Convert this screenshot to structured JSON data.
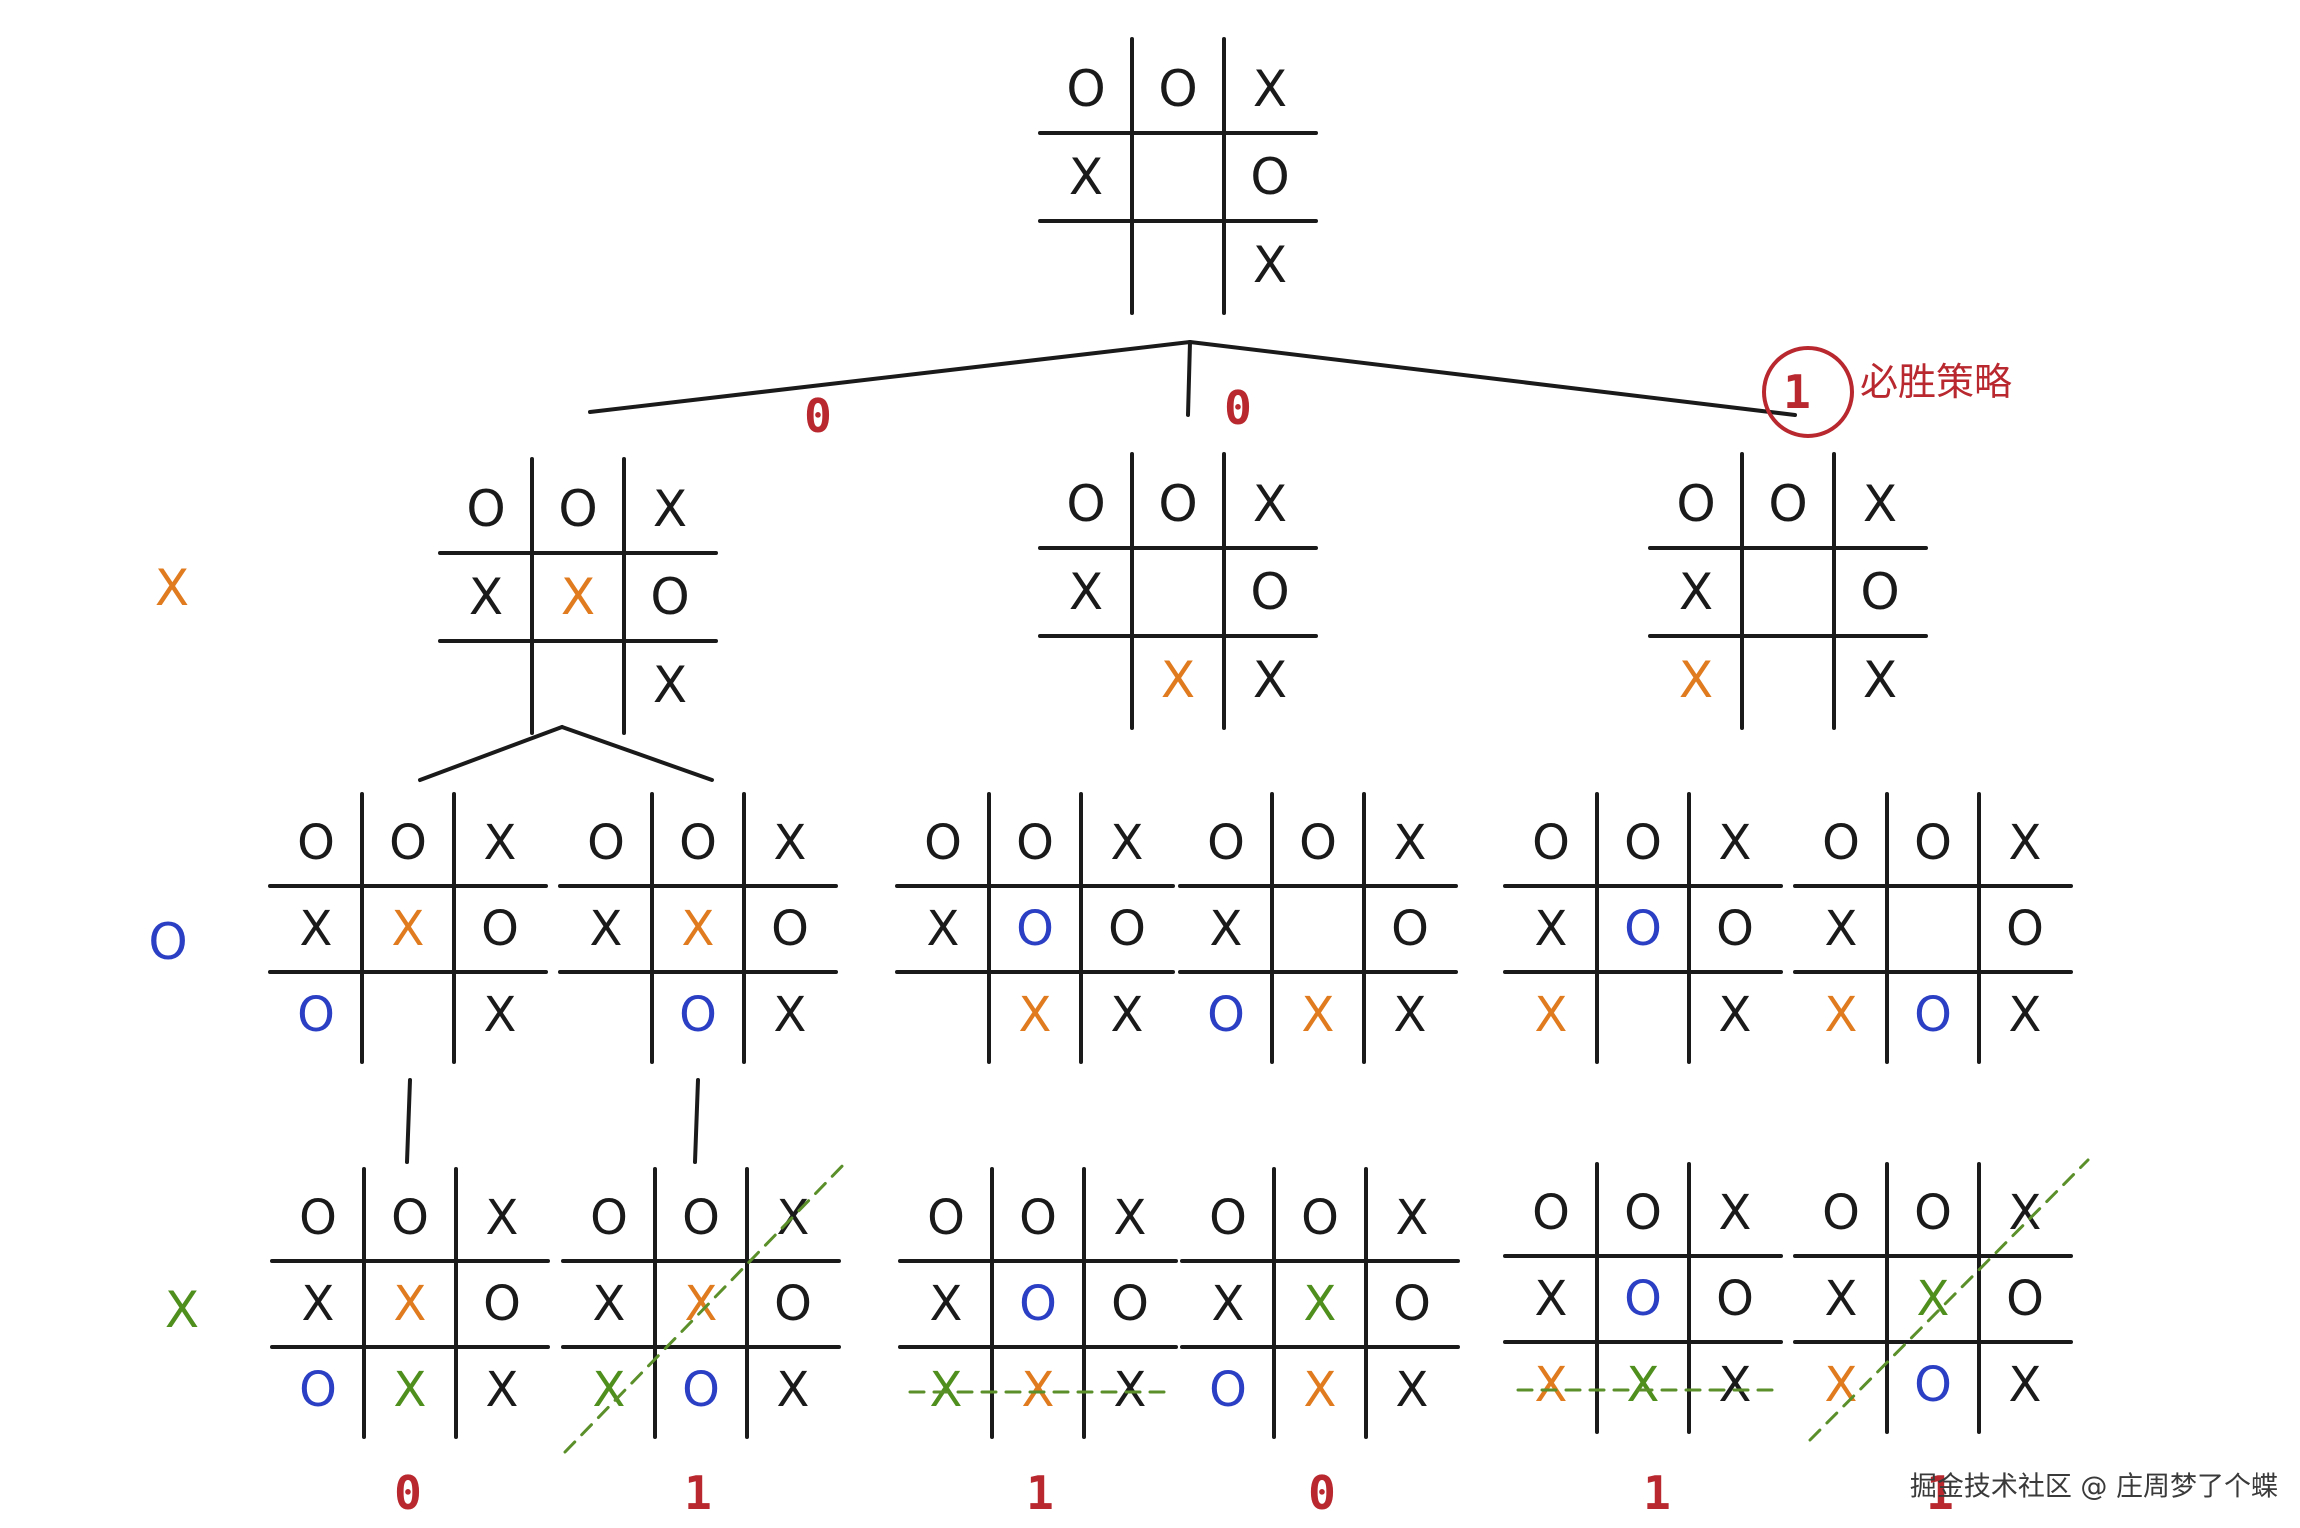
{
  "colors": {
    "ink": "#1a1a1a",
    "orange": "#e07b1f",
    "blue": "#2a3fc4",
    "green": "#4f8f1e",
    "red": "#b8282e",
    "strike": "#5a8f2a"
  },
  "annotations": {
    "winning_strategy_label": "必胜策略",
    "winning_strategy_score": "1",
    "watermark": "掘金技术社区 @ 庄周梦了个蝶"
  },
  "turn_markers": [
    {
      "symbol": "X",
      "color": "orange"
    },
    {
      "symbol": "O",
      "color": "blue"
    },
    {
      "symbol": "X",
      "color": "green"
    }
  ],
  "edge_scores": [
    "0",
    "0"
  ],
  "leaf_scores": [
    "0",
    "1",
    "1",
    "0",
    "1",
    "1"
  ],
  "root_board": [
    [
      {
        "t": "O",
        "c": "ink"
      },
      {
        "t": "O",
        "c": "ink"
      },
      {
        "t": "X",
        "c": "ink"
      }
    ],
    [
      {
        "t": "X",
        "c": "ink"
      },
      {
        "t": "",
        "c": "ink"
      },
      {
        "t": "O",
        "c": "ink"
      }
    ],
    [
      {
        "t": "",
        "c": "ink"
      },
      {
        "t": "",
        "c": "ink"
      },
      {
        "t": "X",
        "c": "ink"
      }
    ]
  ],
  "level1_boards": [
    [
      [
        {
          "t": "O",
          "c": "ink"
        },
        {
          "t": "O",
          "c": "ink"
        },
        {
          "t": "X",
          "c": "ink"
        }
      ],
      [
        {
          "t": "X",
          "c": "ink"
        },
        {
          "t": "X",
          "c": "orange"
        },
        {
          "t": "O",
          "c": "ink"
        }
      ],
      [
        {
          "t": "",
          "c": "ink"
        },
        {
          "t": "",
          "c": "ink"
        },
        {
          "t": "X",
          "c": "ink"
        }
      ]
    ],
    [
      [
        {
          "t": "O",
          "c": "ink"
        },
        {
          "t": "O",
          "c": "ink"
        },
        {
          "t": "X",
          "c": "ink"
        }
      ],
      [
        {
          "t": "X",
          "c": "ink"
        },
        {
          "t": "",
          "c": "ink"
        },
        {
          "t": "O",
          "c": "ink"
        }
      ],
      [
        {
          "t": "",
          "c": "ink"
        },
        {
          "t": "X",
          "c": "orange"
        },
        {
          "t": "X",
          "c": "ink"
        }
      ]
    ],
    [
      [
        {
          "t": "O",
          "c": "ink"
        },
        {
          "t": "O",
          "c": "ink"
        },
        {
          "t": "X",
          "c": "ink"
        }
      ],
      [
        {
          "t": "X",
          "c": "ink"
        },
        {
          "t": "",
          "c": "ink"
        },
        {
          "t": "O",
          "c": "ink"
        }
      ],
      [
        {
          "t": "X",
          "c": "orange"
        },
        {
          "t": "",
          "c": "ink"
        },
        {
          "t": "X",
          "c": "ink"
        }
      ]
    ]
  ],
  "level2_boards": [
    [
      [
        {
          "t": "O",
          "c": "ink"
        },
        {
          "t": "O",
          "c": "ink"
        },
        {
          "t": "X",
          "c": "ink"
        }
      ],
      [
        {
          "t": "X",
          "c": "ink"
        },
        {
          "t": "X",
          "c": "orange"
        },
        {
          "t": "O",
          "c": "ink"
        }
      ],
      [
        {
          "t": "O",
          "c": "blue"
        },
        {
          "t": "",
          "c": "ink"
        },
        {
          "t": "X",
          "c": "ink"
        }
      ]
    ],
    [
      [
        {
          "t": "O",
          "c": "ink"
        },
        {
          "t": "O",
          "c": "ink"
        },
        {
          "t": "X",
          "c": "ink"
        }
      ],
      [
        {
          "t": "X",
          "c": "ink"
        },
        {
          "t": "X",
          "c": "orange"
        },
        {
          "t": "O",
          "c": "ink"
        }
      ],
      [
        {
          "t": "",
          "c": "ink"
        },
        {
          "t": "O",
          "c": "blue"
        },
        {
          "t": "X",
          "c": "ink"
        }
      ]
    ],
    [
      [
        {
          "t": "O",
          "c": "ink"
        },
        {
          "t": "O",
          "c": "ink"
        },
        {
          "t": "X",
          "c": "ink"
        }
      ],
      [
        {
          "t": "X",
          "c": "ink"
        },
        {
          "t": "O",
          "c": "blue"
        },
        {
          "t": "O",
          "c": "ink"
        }
      ],
      [
        {
          "t": "",
          "c": "ink"
        },
        {
          "t": "X",
          "c": "orange"
        },
        {
          "t": "X",
          "c": "ink"
        }
      ]
    ],
    [
      [
        {
          "t": "O",
          "c": "ink"
        },
        {
          "t": "O",
          "c": "ink"
        },
        {
          "t": "X",
          "c": "ink"
        }
      ],
      [
        {
          "t": "X",
          "c": "ink"
        },
        {
          "t": "",
          "c": "ink"
        },
        {
          "t": "O",
          "c": "ink"
        }
      ],
      [
        {
          "t": "O",
          "c": "blue"
        },
        {
          "t": "X",
          "c": "orange"
        },
        {
          "t": "X",
          "c": "ink"
        }
      ]
    ],
    [
      [
        {
          "t": "O",
          "c": "ink"
        },
        {
          "t": "O",
          "c": "ink"
        },
        {
          "t": "X",
          "c": "ink"
        }
      ],
      [
        {
          "t": "X",
          "c": "ink"
        },
        {
          "t": "O",
          "c": "blue"
        },
        {
          "t": "O",
          "c": "ink"
        }
      ],
      [
        {
          "t": "X",
          "c": "orange"
        },
        {
          "t": "",
          "c": "ink"
        },
        {
          "t": "X",
          "c": "ink"
        }
      ]
    ],
    [
      [
        {
          "t": "O",
          "c": "ink"
        },
        {
          "t": "O",
          "c": "ink"
        },
        {
          "t": "X",
          "c": "ink"
        }
      ],
      [
        {
          "t": "X",
          "c": "ink"
        },
        {
          "t": "",
          "c": "ink"
        },
        {
          "t": "O",
          "c": "ink"
        }
      ],
      [
        {
          "t": "X",
          "c": "orange"
        },
        {
          "t": "O",
          "c": "blue"
        },
        {
          "t": "X",
          "c": "ink"
        }
      ]
    ]
  ],
  "level3_boards": [
    [
      [
        {
          "t": "O",
          "c": "ink"
        },
        {
          "t": "O",
          "c": "ink"
        },
        {
          "t": "X",
          "c": "ink"
        }
      ],
      [
        {
          "t": "X",
          "c": "ink"
        },
        {
          "t": "X",
          "c": "orange"
        },
        {
          "t": "O",
          "c": "ink"
        }
      ],
      [
        {
          "t": "O",
          "c": "blue"
        },
        {
          "t": "X",
          "c": "green"
        },
        {
          "t": "X",
          "c": "ink"
        }
      ]
    ],
    [
      [
        {
          "t": "O",
          "c": "ink"
        },
        {
          "t": "O",
          "c": "ink"
        },
        {
          "t": "X",
          "c": "ink"
        }
      ],
      [
        {
          "t": "X",
          "c": "ink"
        },
        {
          "t": "X",
          "c": "orange"
        },
        {
          "t": "O",
          "c": "ink"
        }
      ],
      [
        {
          "t": "X",
          "c": "green"
        },
        {
          "t": "O",
          "c": "blue"
        },
        {
          "t": "X",
          "c": "ink"
        }
      ]
    ],
    [
      [
        {
          "t": "O",
          "c": "ink"
        },
        {
          "t": "O",
          "c": "ink"
        },
        {
          "t": "X",
          "c": "ink"
        }
      ],
      [
        {
          "t": "X",
          "c": "ink"
        },
        {
          "t": "O",
          "c": "blue"
        },
        {
          "t": "O",
          "c": "ink"
        }
      ],
      [
        {
          "t": "X",
          "c": "green"
        },
        {
          "t": "X",
          "c": "orange"
        },
        {
          "t": "X",
          "c": "ink"
        }
      ]
    ],
    [
      [
        {
          "t": "O",
          "c": "ink"
        },
        {
          "t": "O",
          "c": "ink"
        },
        {
          "t": "X",
          "c": "ink"
        }
      ],
      [
        {
          "t": "X",
          "c": "ink"
        },
        {
          "t": "X",
          "c": "green"
        },
        {
          "t": "O",
          "c": "ink"
        }
      ],
      [
        {
          "t": "O",
          "c": "blue"
        },
        {
          "t": "X",
          "c": "orange"
        },
        {
          "t": "X",
          "c": "ink"
        }
      ]
    ],
    [
      [
        {
          "t": "O",
          "c": "ink"
        },
        {
          "t": "O",
          "c": "ink"
        },
        {
          "t": "X",
          "c": "ink"
        }
      ],
      [
        {
          "t": "X",
          "c": "ink"
        },
        {
          "t": "O",
          "c": "blue"
        },
        {
          "t": "O",
          "c": "ink"
        }
      ],
      [
        {
          "t": "X",
          "c": "orange"
        },
        {
          "t": "X",
          "c": "green"
        },
        {
          "t": "X",
          "c": "ink"
        }
      ]
    ],
    [
      [
        {
          "t": "O",
          "c": "ink"
        },
        {
          "t": "O",
          "c": "ink"
        },
        {
          "t": "X",
          "c": "ink"
        }
      ],
      [
        {
          "t": "X",
          "c": "ink"
        },
        {
          "t": "X",
          "c": "green"
        },
        {
          "t": "O",
          "c": "ink"
        }
      ],
      [
        {
          "t": "X",
          "c": "orange"
        },
        {
          "t": "O",
          "c": "blue"
        },
        {
          "t": "X",
          "c": "ink"
        }
      ]
    ]
  ]
}
